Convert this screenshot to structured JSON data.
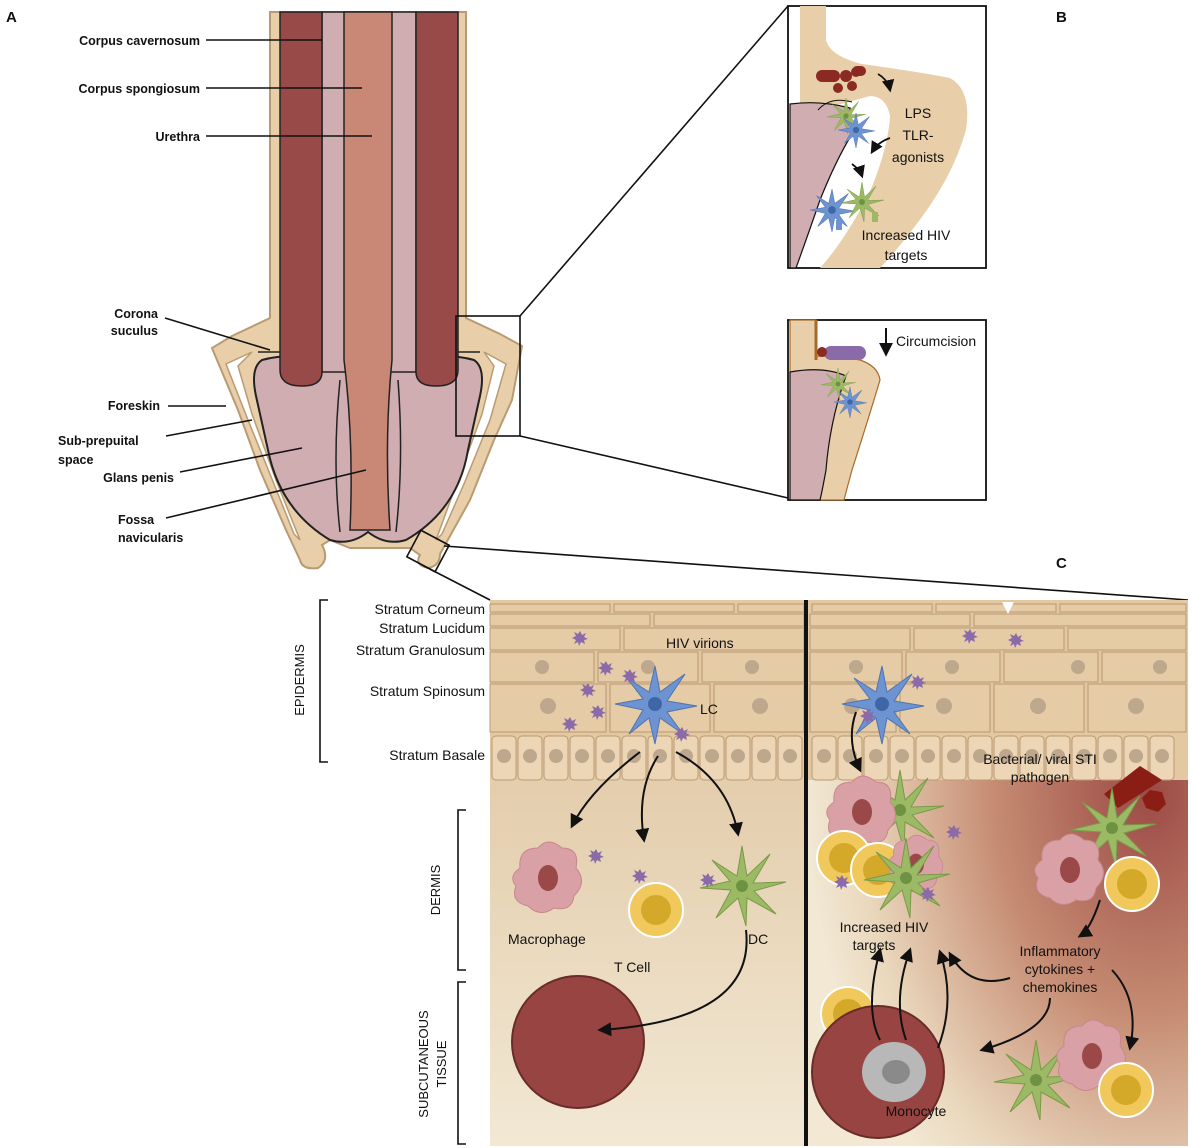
{
  "panels": {
    "a": "A",
    "b": "B",
    "c": "C"
  },
  "panel_a_labels": {
    "corpus_cavernosum": "Corpus cavernosum",
    "corpus_spongiosum": "Corpus spongiosum",
    "urethra": "Urethra",
    "corona_1": "Corona",
    "corona_2": "suculus",
    "foreskin": "Foreskin",
    "subprep_1": "Sub-prepuital",
    "subprep_2": "space",
    "glans": "Glans penis",
    "fossa_1": "Fossa",
    "fossa_2": "navicularis"
  },
  "panel_b_labels": {
    "lps_1": "LPS",
    "lps_2": "TLR-",
    "lps_3": "agonists",
    "targets_1": "Increased HIV",
    "targets_2": "targets",
    "circumcision": "Circumcision"
  },
  "panel_c_labels": {
    "epidermis": "EPIDERMIS",
    "dermis": "DERMIS",
    "subcut_1": "SUBCUTANEOUS",
    "subcut_2": "TISSUE",
    "corneum": "Stratum Corneum",
    "lucidum": "Stratum Lucidum",
    "granulosum": "Stratum Granulosum",
    "spinosum": "Stratum Spinosum",
    "basale": "Stratum Basale",
    "hiv_virions": "HIV virions",
    "lc": "LC",
    "macrophage": "Macrophage",
    "tcell": "T Cell",
    "dc": "DC",
    "pathogen_1": "Bacterial/ viral STI",
    "pathogen_2": "pathogen",
    "targets_1": "Increased HIV",
    "targets_2": "targets",
    "cyto_1": "Inflammatory",
    "cyto_2": "cytokines +",
    "cyto_3": "chemokines",
    "monocyte": "Monocyte"
  },
  "colors": {
    "skin": "#e9cfa9",
    "skin_edge": "#b99a72",
    "cavernosum": "#974a48",
    "spongiosum": "#c98876",
    "glans": "#cfadb0",
    "lc_blue": "#6e93d1",
    "dc_green": "#9cba66",
    "virion": "#8a6aa8",
    "tcell_yellow": "#f1c85b",
    "macrophage_pink": "#d9a1a6",
    "monocyte_red": "#984442"
  }
}
